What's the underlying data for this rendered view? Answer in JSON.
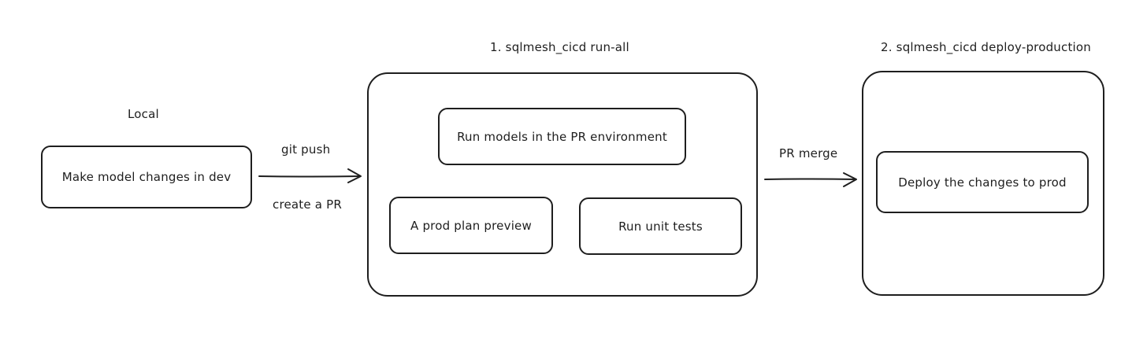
{
  "local": {
    "title": "Local",
    "box": "Make model changes in dev"
  },
  "push_arrow": {
    "label_top": "git push",
    "label_bottom": "create a PR"
  },
  "run_all": {
    "title": "1. sqlmesh_cicd run-all",
    "step_models": "Run models in the PR environment",
    "step_plan": "A prod plan preview",
    "step_tests": "Run unit tests"
  },
  "merge_arrow": {
    "label": "PR merge"
  },
  "deploy": {
    "title": "2. sqlmesh_cicd deploy-production",
    "step": "Deploy the changes to prod"
  }
}
